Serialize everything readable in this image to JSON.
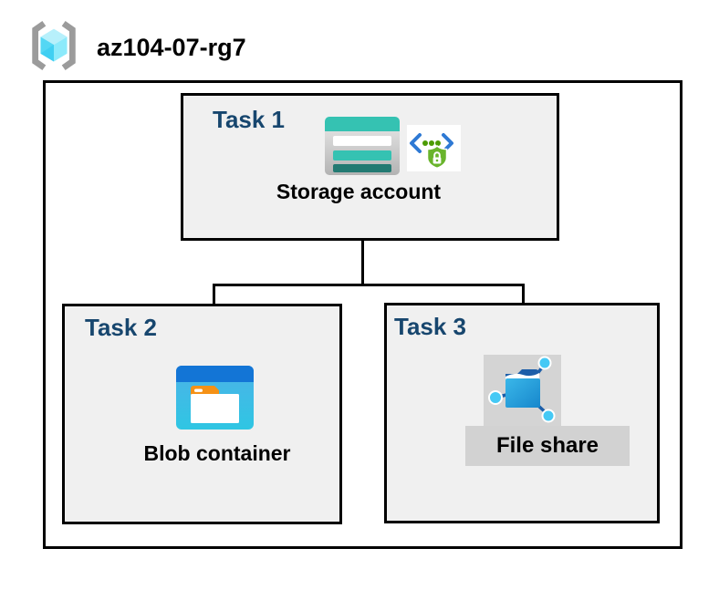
{
  "header": {
    "resource_group": "az104-07-rg7",
    "icon": "resource-group-icon"
  },
  "diagram": {
    "tasks": [
      {
        "label": "Task 1",
        "item": "Storage account",
        "icons": [
          "storage-account-icon",
          "secure-access-sas-icon"
        ]
      },
      {
        "label": "Task 2",
        "item": "Blob container",
        "icons": [
          "blob-container-icon"
        ]
      },
      {
        "label": "Task 3",
        "item": "File share",
        "icons": [
          "file-share-icon"
        ]
      }
    ],
    "connections": [
      {
        "from": "Storage account",
        "to": "Blob container"
      },
      {
        "from": "Storage account",
        "to": "File share"
      }
    ]
  },
  "colors": {
    "task_label_navy": "#17466e",
    "box_fill_gray": "#f0f0f0",
    "band_gray": "#d2d2d2",
    "border_black": "#000000",
    "storage_teal": "#35c2b2",
    "storage_teal_dark": "#227a72",
    "blob_blue": "#1375d6",
    "blob_cyan": "#2fc6e3",
    "folder_orange": "#f59116",
    "shield_green": "#69b42c",
    "chevron_blue": "#2e79d4",
    "fileshare_navy": "#1c5ea9",
    "node_cyan": "#45c9f5",
    "cube_cyan": "#54d7f4",
    "bracket_gray": "#9b9b9b"
  }
}
